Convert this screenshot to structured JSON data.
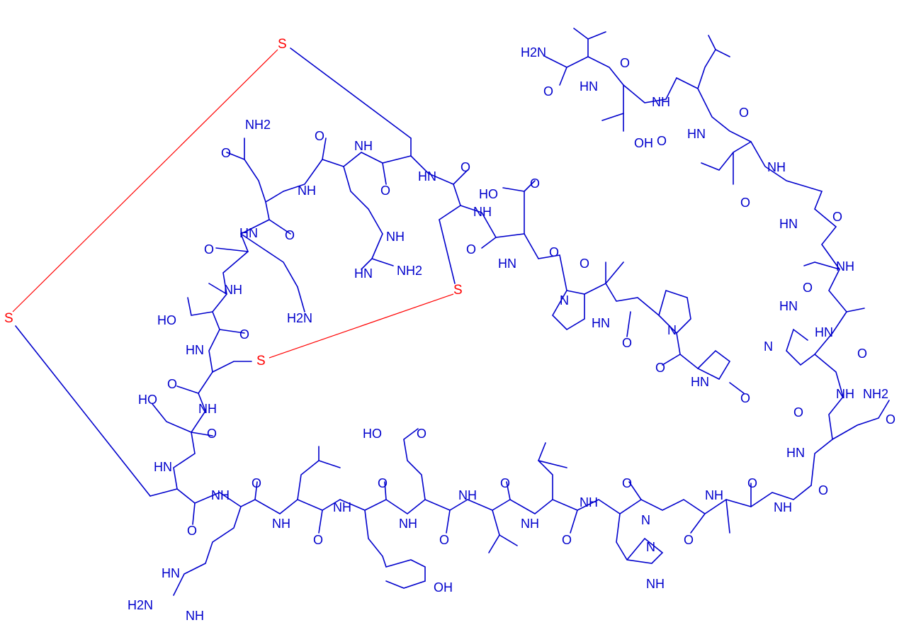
{
  "structure": {
    "labels": {
      "h2n_top": "H2N",
      "o": "O",
      "hn": "HN",
      "nh": "NH",
      "nh2": "NH2",
      "h2n": "H2N",
      "n": "N",
      "oh": "OH",
      "ho": "HO",
      "ho_acid": "HO",
      "s": "S"
    },
    "colors": {
      "bond": "#0000cc",
      "disulfide": "#ff0000",
      "background": "#ffffff"
    }
  }
}
